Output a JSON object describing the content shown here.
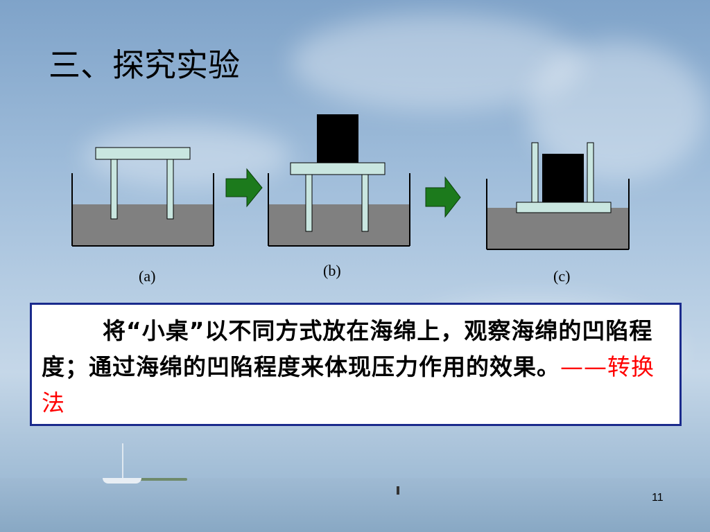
{
  "slide": {
    "title": "三、探究实验",
    "figure_labels": {
      "a": "(a)",
      "b": "(b)",
      "c": "(c)"
    },
    "description": "将“小桌”以不同方式放在海绵上，观察海绵的凹陷程度；通过海绵的凹陷程度来体现压力作用的效果。",
    "method_dash": "——",
    "method": "转换法",
    "page_number": "11"
  },
  "colors": {
    "sponge": "#808080",
    "table": "#c9e6e0",
    "block": "#000000",
    "arrow": "#1c7a1c",
    "border": "#1a2a8c",
    "emphasis": "#ff0000"
  },
  "icons": {
    "arrow": "right-arrow-icon"
  }
}
